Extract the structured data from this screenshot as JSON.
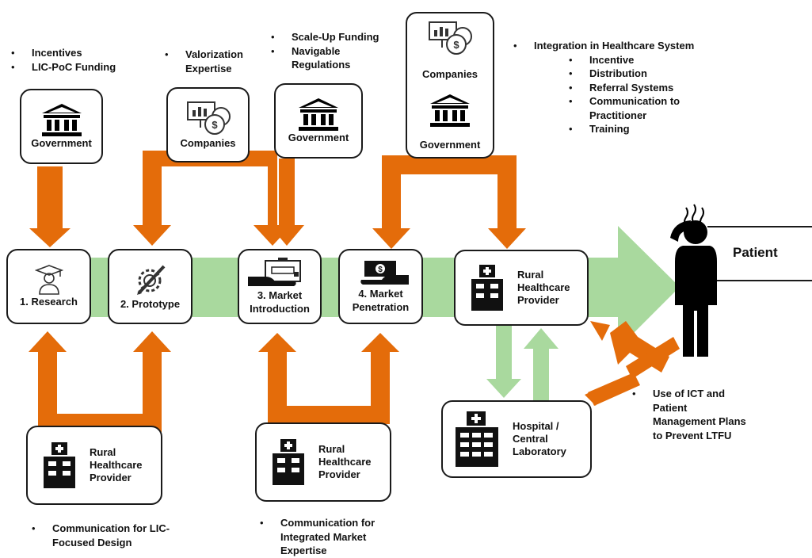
{
  "process_steps": [
    {
      "label": "1. Research",
      "icon": "graduate-icon"
    },
    {
      "label": "2. Prototype",
      "icon": "pencil-gear-icon"
    },
    {
      "label": "3. Market Introduction",
      "icon": "hand-medical-kit-icon"
    },
    {
      "label": "4. Market Penetration",
      "icon": "hand-money-icon"
    }
  ],
  "rural_provider_main": {
    "label": "Rural Healthcare Provider",
    "icon": "hospital-icon"
  },
  "patient": {
    "label": "Patient",
    "icon": "sick-person-icon"
  },
  "top_boxes": {
    "gov_left": {
      "label": "Government",
      "icon": "government-building-icon"
    },
    "companies_left": {
      "label": "Companies",
      "icon": "companies-money-icon"
    },
    "gov_mid": {
      "label": "Government",
      "icon": "government-building-icon"
    },
    "combo_companies": {
      "label": "Companies",
      "icon": "companies-money-icon"
    },
    "combo_government": {
      "label": "Government",
      "icon": "government-building-icon"
    }
  },
  "bottom_boxes": {
    "rural_left": {
      "label": "Rural Healthcare Provider",
      "icon": "hospital-icon"
    },
    "rural_mid": {
      "label": "Rural Healthcare Provider",
      "icon": "hospital-icon"
    },
    "hospital_lab": {
      "label": "Hospital / Central Laboratory",
      "icon": "hospital-icon"
    }
  },
  "notes": {
    "incentives": [
      "Incentives",
      "LIC-PoC Funding"
    ],
    "valorization": [
      "Valorization Expertise"
    ],
    "scaleup": [
      "Scale-Up Funding",
      "Navigable Regulations"
    ],
    "integration_title": "Integration in Healthcare System",
    "integration_items": [
      "Incentive",
      "Distribution",
      "Referral Systems",
      "Communication to Practitioner",
      "Training"
    ],
    "ict": [
      "Use of ICT and Patient Management Plans to Prevent LTFU"
    ],
    "lic_design": [
      "Communication for LIC-Focused Design"
    ],
    "integrated_market": [
      "Communication for Integrated Market Expertise"
    ]
  },
  "colors": {
    "orange": "#E46C0A",
    "green": "#A9D99E",
    "dark": "#1a1a1a"
  }
}
